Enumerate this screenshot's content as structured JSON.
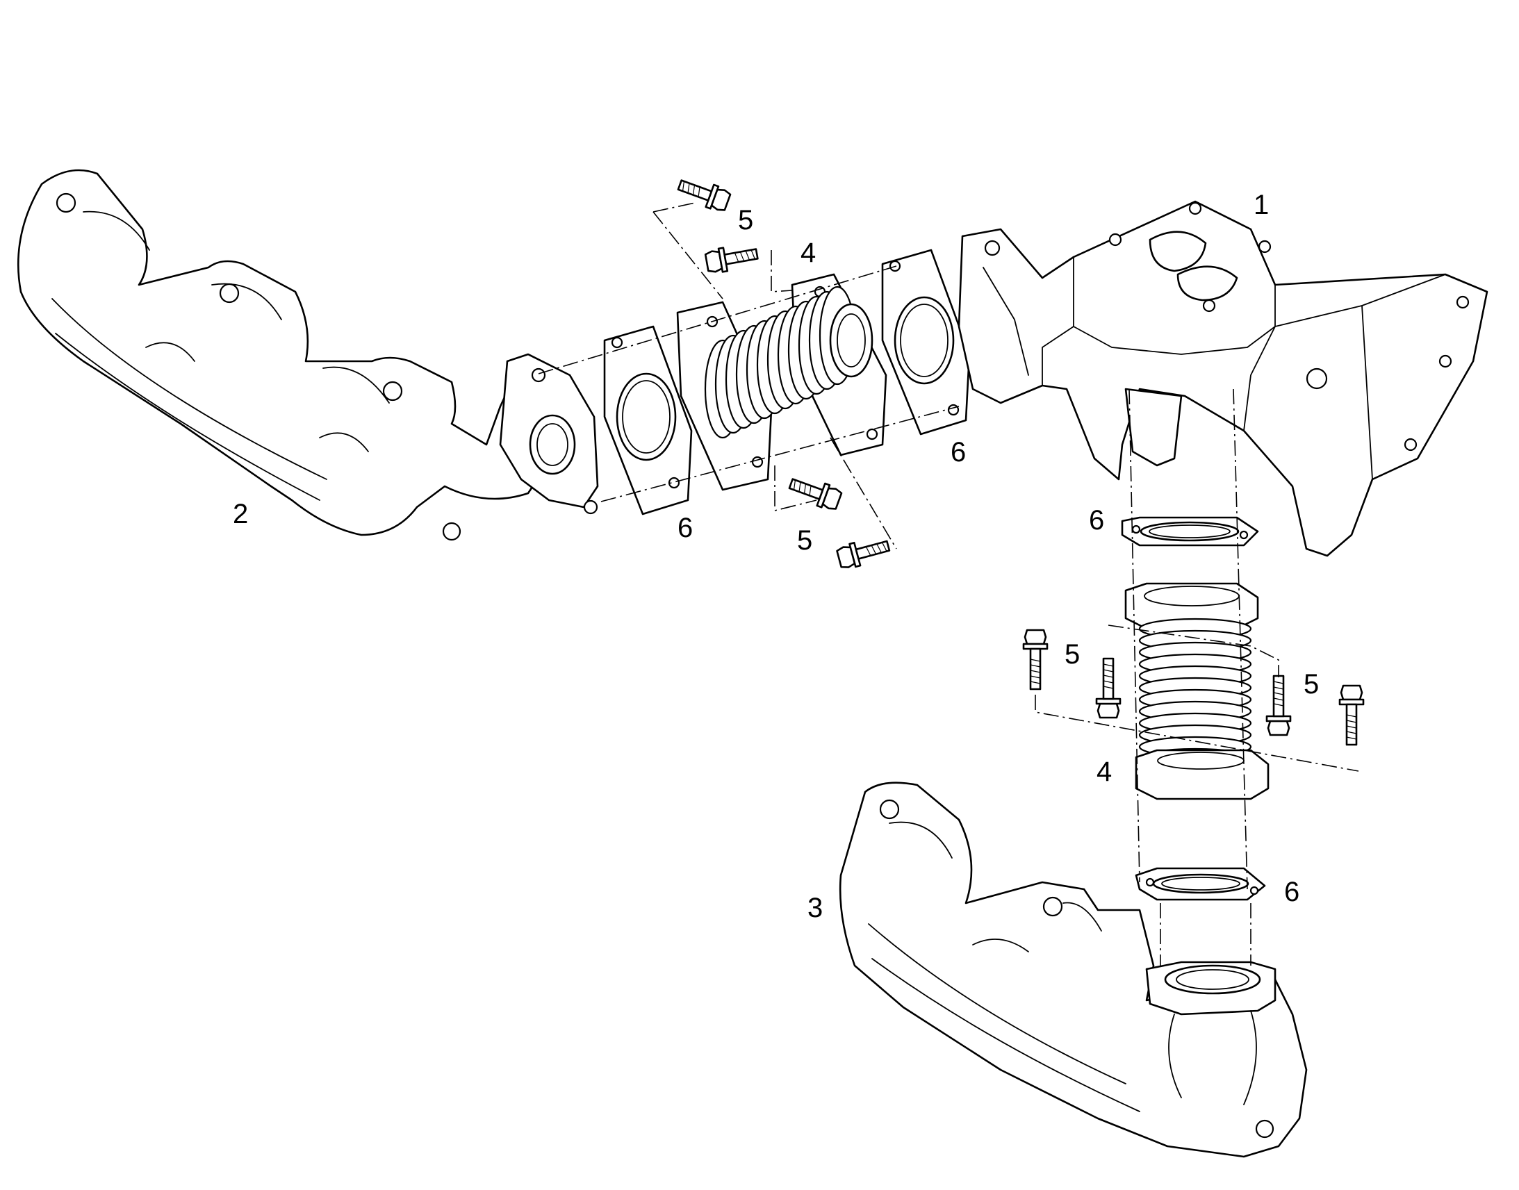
{
  "callouts": {
    "c1": "1",
    "c2": "2",
    "c3": "3",
    "c4_top": "4",
    "c4_bottom": "4",
    "c5_top": "5",
    "c5_mid": "5",
    "c5_left_lower": "5",
    "c5_right_lower": "5",
    "c6_left": "6",
    "c6_right": "6",
    "c6_upper_vertical": "6",
    "c6_lower_vertical": "6"
  },
  "parts": [
    {
      "ref": "1",
      "icon": "turbo-mounting-pedestal-icon"
    },
    {
      "ref": "2",
      "icon": "exhaust-manifold-icon"
    },
    {
      "ref": "3",
      "icon": "exhaust-manifold-icon"
    },
    {
      "ref": "4",
      "icon": "bellows-connector-icon"
    },
    {
      "ref": "5",
      "icon": "flange-bolt-icon"
    },
    {
      "ref": "6",
      "icon": "flange-gasket-icon"
    }
  ],
  "colors": {
    "line": "#000000",
    "background": "#ffffff"
  }
}
